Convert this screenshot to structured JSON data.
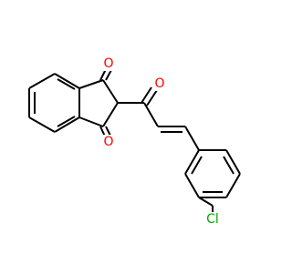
{
  "molecule": {
    "atoms": {
      "o_top": "O",
      "o_ketone": "O",
      "o_bottom": "O",
      "chlorine": "Cl"
    },
    "colors": {
      "oxygen": "#ff0000",
      "chlorine": "#00aa00",
      "bond": "#000000",
      "background": "#ffffff"
    }
  }
}
